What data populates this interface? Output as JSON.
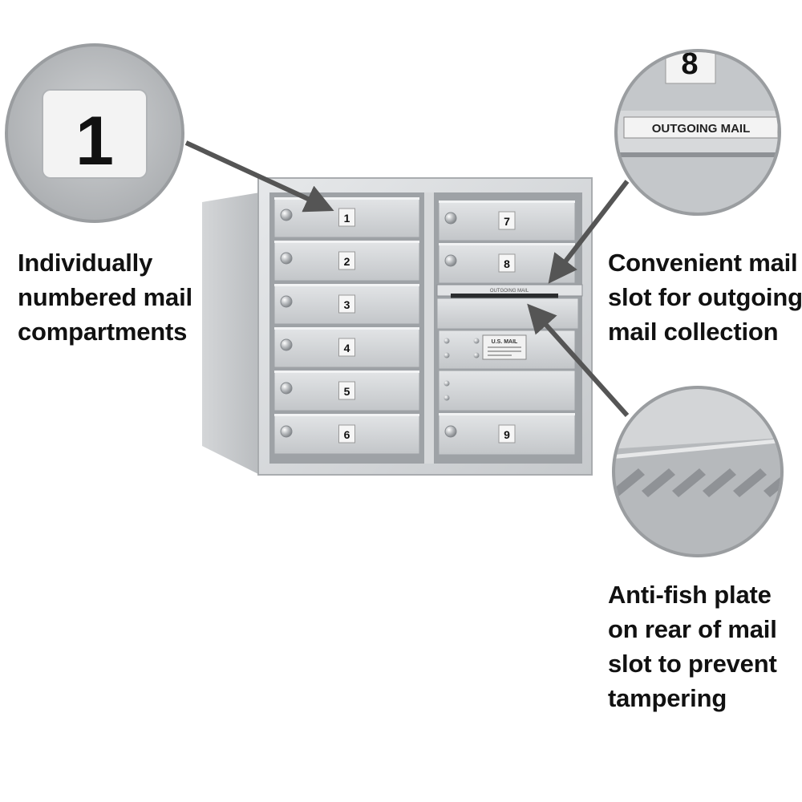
{
  "captions": {
    "numbered": [
      "Individually",
      "numbered mail",
      "compartments"
    ],
    "outgoing": [
      "Convenient mail",
      "slot for outgoing",
      "mail collection"
    ],
    "antifish": [
      "Anti-fish plate",
      "on rear of mail",
      "slot to prevent",
      "tampering"
    ]
  },
  "zoom": {
    "number_badge": "1",
    "outgoing_badge": "8",
    "outgoing_label": "OUTGOING MAIL"
  },
  "compartments": {
    "left": [
      "1",
      "2",
      "3",
      "4",
      "5",
      "6"
    ],
    "right": [
      "7",
      "8",
      "9"
    ]
  },
  "slot_label": "OUTGOING MAIL",
  "usmail_label": "U.S. MAIL"
}
